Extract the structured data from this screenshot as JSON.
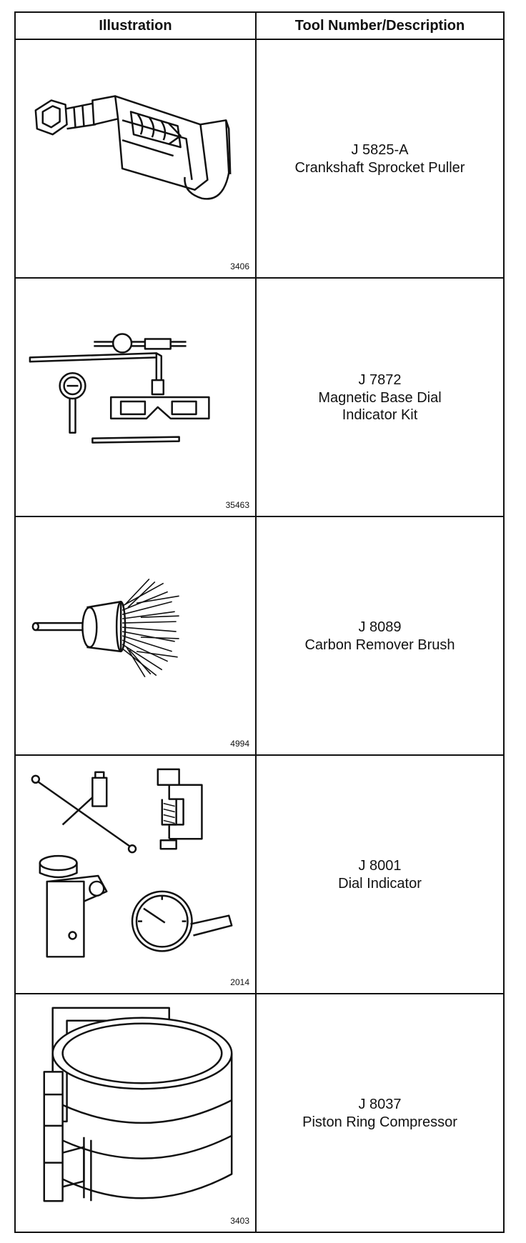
{
  "table": {
    "headers": [
      "Illustration",
      "Tool Number/Description"
    ],
    "rows": [
      {
        "figure": "3406",
        "tool_number": "J 5825-A",
        "description": "Crankshaft Sprocket Puller"
      },
      {
        "figure": "35463",
        "tool_number": "J 7872",
        "description": "Magnetic Base Dial\nIndicator Kit"
      },
      {
        "figure": "4994",
        "tool_number": "J 8089",
        "description": "Carbon Remover Brush"
      },
      {
        "figure": "2014",
        "tool_number": "J 8001",
        "description": "Dial Indicator"
      },
      {
        "figure": "3403",
        "tool_number": "J 8037",
        "description": "Piston Ring Compressor"
      }
    ]
  }
}
